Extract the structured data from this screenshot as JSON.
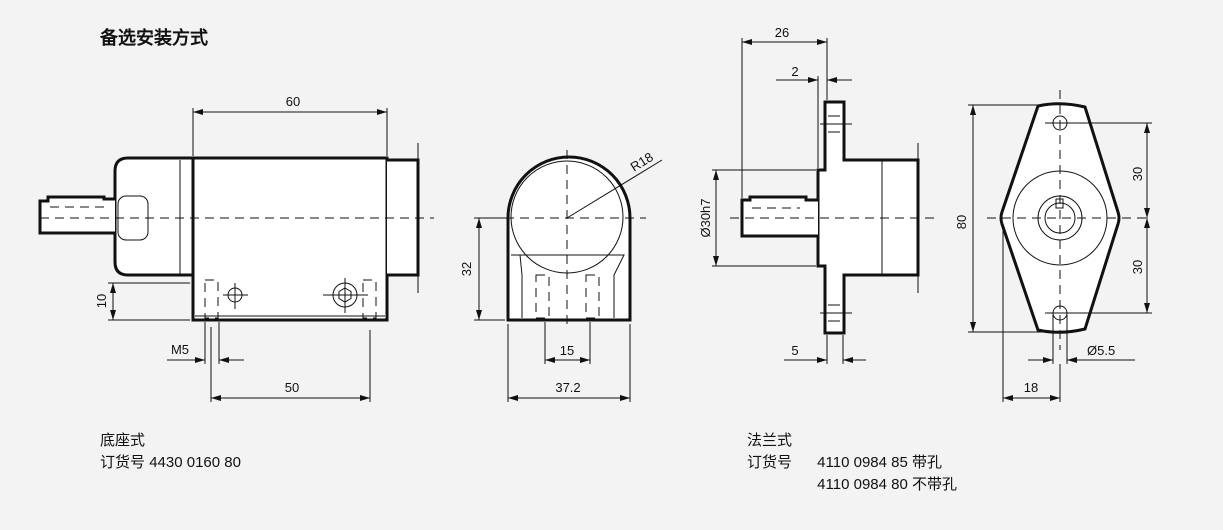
{
  "title": "备选安装方式",
  "foot_mount": {
    "label": "底座式",
    "order_label": "订货号",
    "order_number": "4430 0160 80",
    "dims": {
      "length": "60",
      "height": "10",
      "thread": "M5",
      "hole_spacing": "50",
      "radius": "R18",
      "center_height": "32",
      "slot_spacing": "15",
      "width": "37.2"
    }
  },
  "flange_mount": {
    "label": "法兰式",
    "order_label": "订货号",
    "options": [
      {
        "number": "4110 0984 85",
        "note": "带孔"
      },
      {
        "number": "4110 0984 80",
        "note": "不带孔"
      }
    ],
    "dims": {
      "depth": "26",
      "offset": "2",
      "spigot": "Ø30h7",
      "thickness": "5",
      "height": "80",
      "half_upper": "30",
      "half_lower": "30",
      "hole": "Ø5.5",
      "hole_offset": "18"
    }
  }
}
